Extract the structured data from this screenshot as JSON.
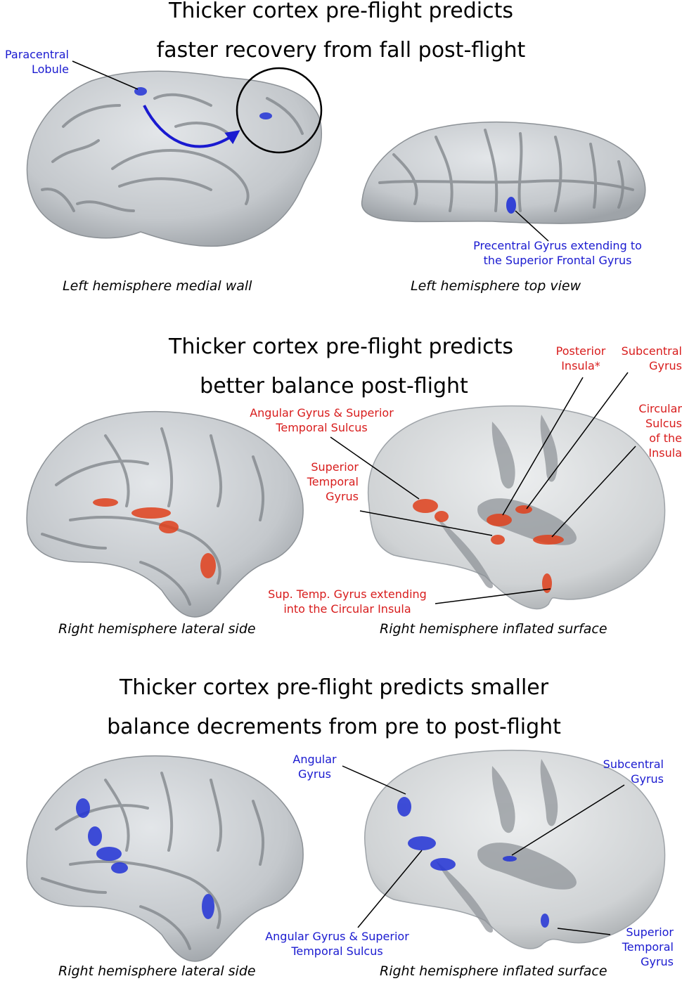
{
  "panel1": {
    "title_line1": "Thicker cortex pre-flight predicts",
    "title_line2": "faster recovery from fall post-flight",
    "caption_left": "Left hemisphere medial wall",
    "caption_right": "Left hemisphere top view",
    "label_paracentral_1": "Paracentral",
    "label_paracentral_2": "Lobule",
    "label_precentral_1": "Precentral Gyrus extending to",
    "label_precentral_2": "the Superior Frontal Gyrus"
  },
  "panel2": {
    "title_line1": "Thicker cortex pre-flight predicts",
    "title_line2": "better balance post-flight",
    "caption_left": "Right hemisphere lateral side",
    "caption_right": "Right hemisphere inflated surface",
    "label_angular_1": "Angular Gyrus & Superior",
    "label_angular_2": "Temporal Sulcus",
    "label_stg_1": "Superior",
    "label_stg_2": "Temporal",
    "label_stg_3": "Gyrus",
    "label_post_insula_1": "Posterior",
    "label_post_insula_2": "Insula*",
    "label_subcentral_1": "Subcentral",
    "label_subcentral_2": "Gyrus",
    "label_circular_1": "Circular",
    "label_circular_2": "Sulcus",
    "label_circular_3": "of the",
    "label_circular_4": "Insula",
    "label_suptemp_1": "Sup. Temp. Gyrus extending",
    "label_suptemp_2": "into the Circular Insula"
  },
  "panel3": {
    "title_line1": "Thicker cortex pre-flight predicts smaller",
    "title_line2": "balance decrements from pre to post-flight",
    "caption_left": "Right hemisphere lateral side",
    "caption_right": "Right hemisphere inflated surface",
    "label_angular_1": "Angular",
    "label_angular_2": "Gyrus",
    "label_subcentral_1": "Subcentral",
    "label_subcentral_2": "Gyrus",
    "label_angsts_1": "Angular Gyrus & Superior",
    "label_angsts_2": "Temporal Sulcus",
    "label_stg_1": "Superior",
    "label_stg_2": "Temporal",
    "label_stg_3": "Gyrus"
  },
  "colors": {
    "blue_label": "#1a1ad0",
    "red_label": "#d81c1c",
    "brain_surface": "#c9cdd1",
    "brain_sulcus": "#7e8388",
    "blue_region": "#2233d6",
    "red_region": "#e0401c"
  }
}
